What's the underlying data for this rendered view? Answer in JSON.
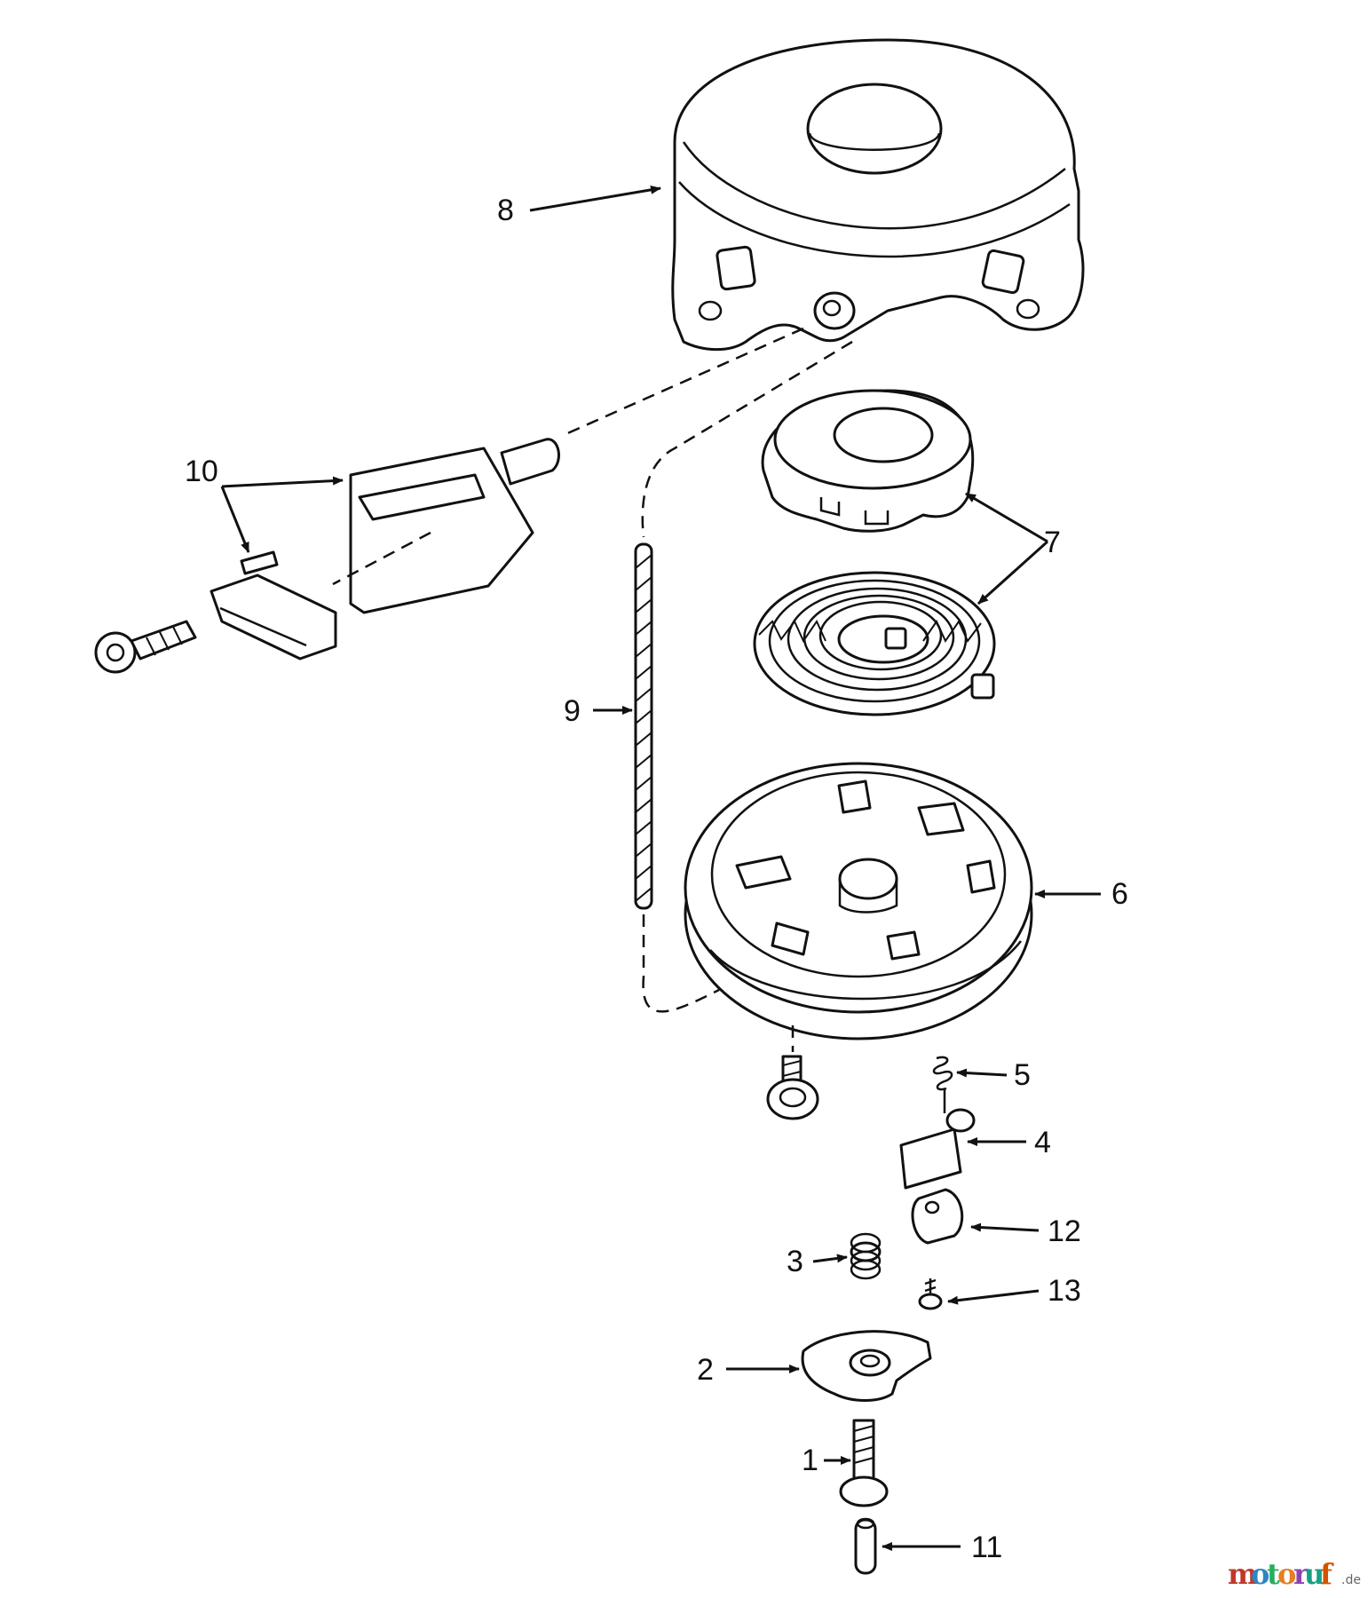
{
  "diagram": {
    "callouts": {
      "p1": "1",
      "p2": "2",
      "p3": "3",
      "p4": "4",
      "p5": "5",
      "p6": "6",
      "p7": "7",
      "p8": "8",
      "p9": "9",
      "p10": "10",
      "p11": "11",
      "p12": "12",
      "p13": "13"
    }
  },
  "watermark": {
    "letters": [
      "m",
      "o",
      "t",
      "o",
      "r",
      "u",
      "f"
    ],
    "letter_colors": [
      "#c0392b",
      "#2e86c1",
      "#27ae60",
      "#e67e22",
      "#8e44ad",
      "#16a085",
      "#d35400"
    ],
    "tld": ".de"
  }
}
